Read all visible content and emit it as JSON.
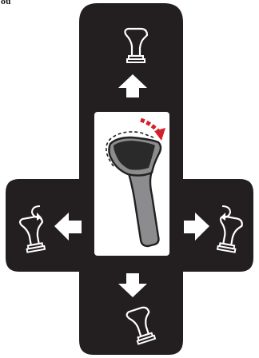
{
  "corner_label": "ou",
  "colors": {
    "background": "#ffffff",
    "panel": "#231f20",
    "arrow": "#ffffff",
    "center_card": "#ffffff",
    "handle_gray": "#8c8c8e",
    "handle_dark": "#2a2a2a",
    "motion_red": "#d3202b"
  },
  "diagram": {
    "center_icon": "handheld-scanner-tilt",
    "directions": [
      {
        "direction": "up",
        "icon": "scanner-tilt-back-icon"
      },
      {
        "direction": "left",
        "icon": "scanner-rotate-left-icon"
      },
      {
        "direction": "right",
        "icon": "scanner-rotate-right-icon"
      },
      {
        "direction": "down",
        "icon": "scanner-tilt-forward-icon"
      }
    ]
  }
}
